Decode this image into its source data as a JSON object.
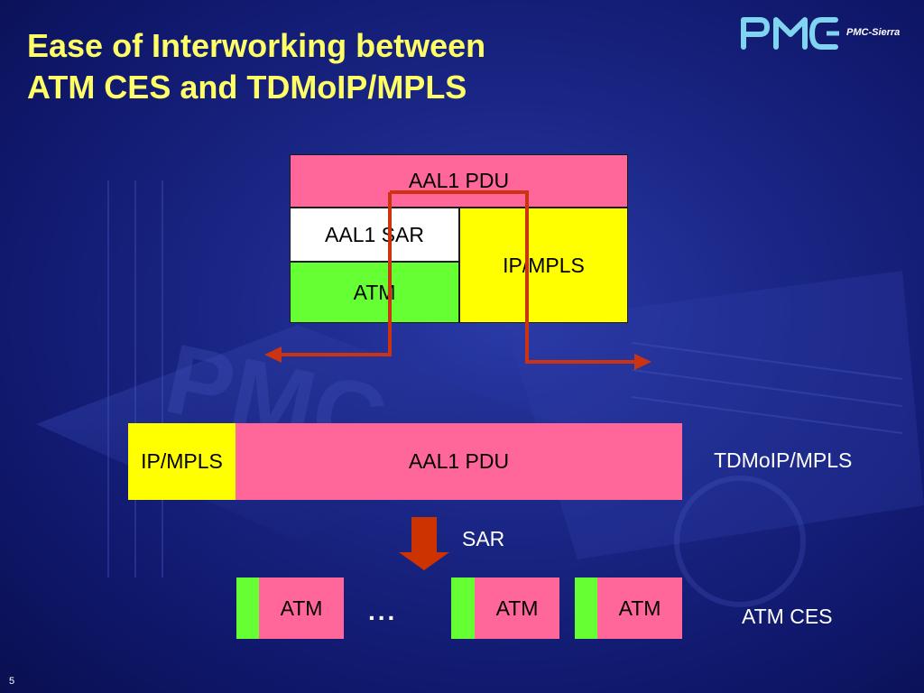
{
  "slide": {
    "title_line1": "Ease of Interworking between",
    "title_line2": "ATM CES and TDMoIP/MPLS",
    "page_number": "5"
  },
  "logo": {
    "mark_text": "PMC",
    "company": "PMC-Sierra"
  },
  "top_stack": {
    "pdu": "AAL1 PDU",
    "sar": "AAL1 SAR",
    "atm": "ATM",
    "ipmpls": "IP/MPLS"
  },
  "tdmoip_row": {
    "header": "IP/MPLS",
    "payload": "AAL1 PDU",
    "label": "TDMoIP/MPLS"
  },
  "sar_step": {
    "label": "SAR"
  },
  "atm_row": {
    "cells": [
      "ATM",
      "ATM",
      "ATM"
    ],
    "ellipsis": "...",
    "label": "ATM CES"
  },
  "colors": {
    "title": "#ffff66",
    "pink": "#ff6699",
    "yellow": "#ffff00",
    "green": "#66ff33",
    "arrow": "#cc3311"
  }
}
